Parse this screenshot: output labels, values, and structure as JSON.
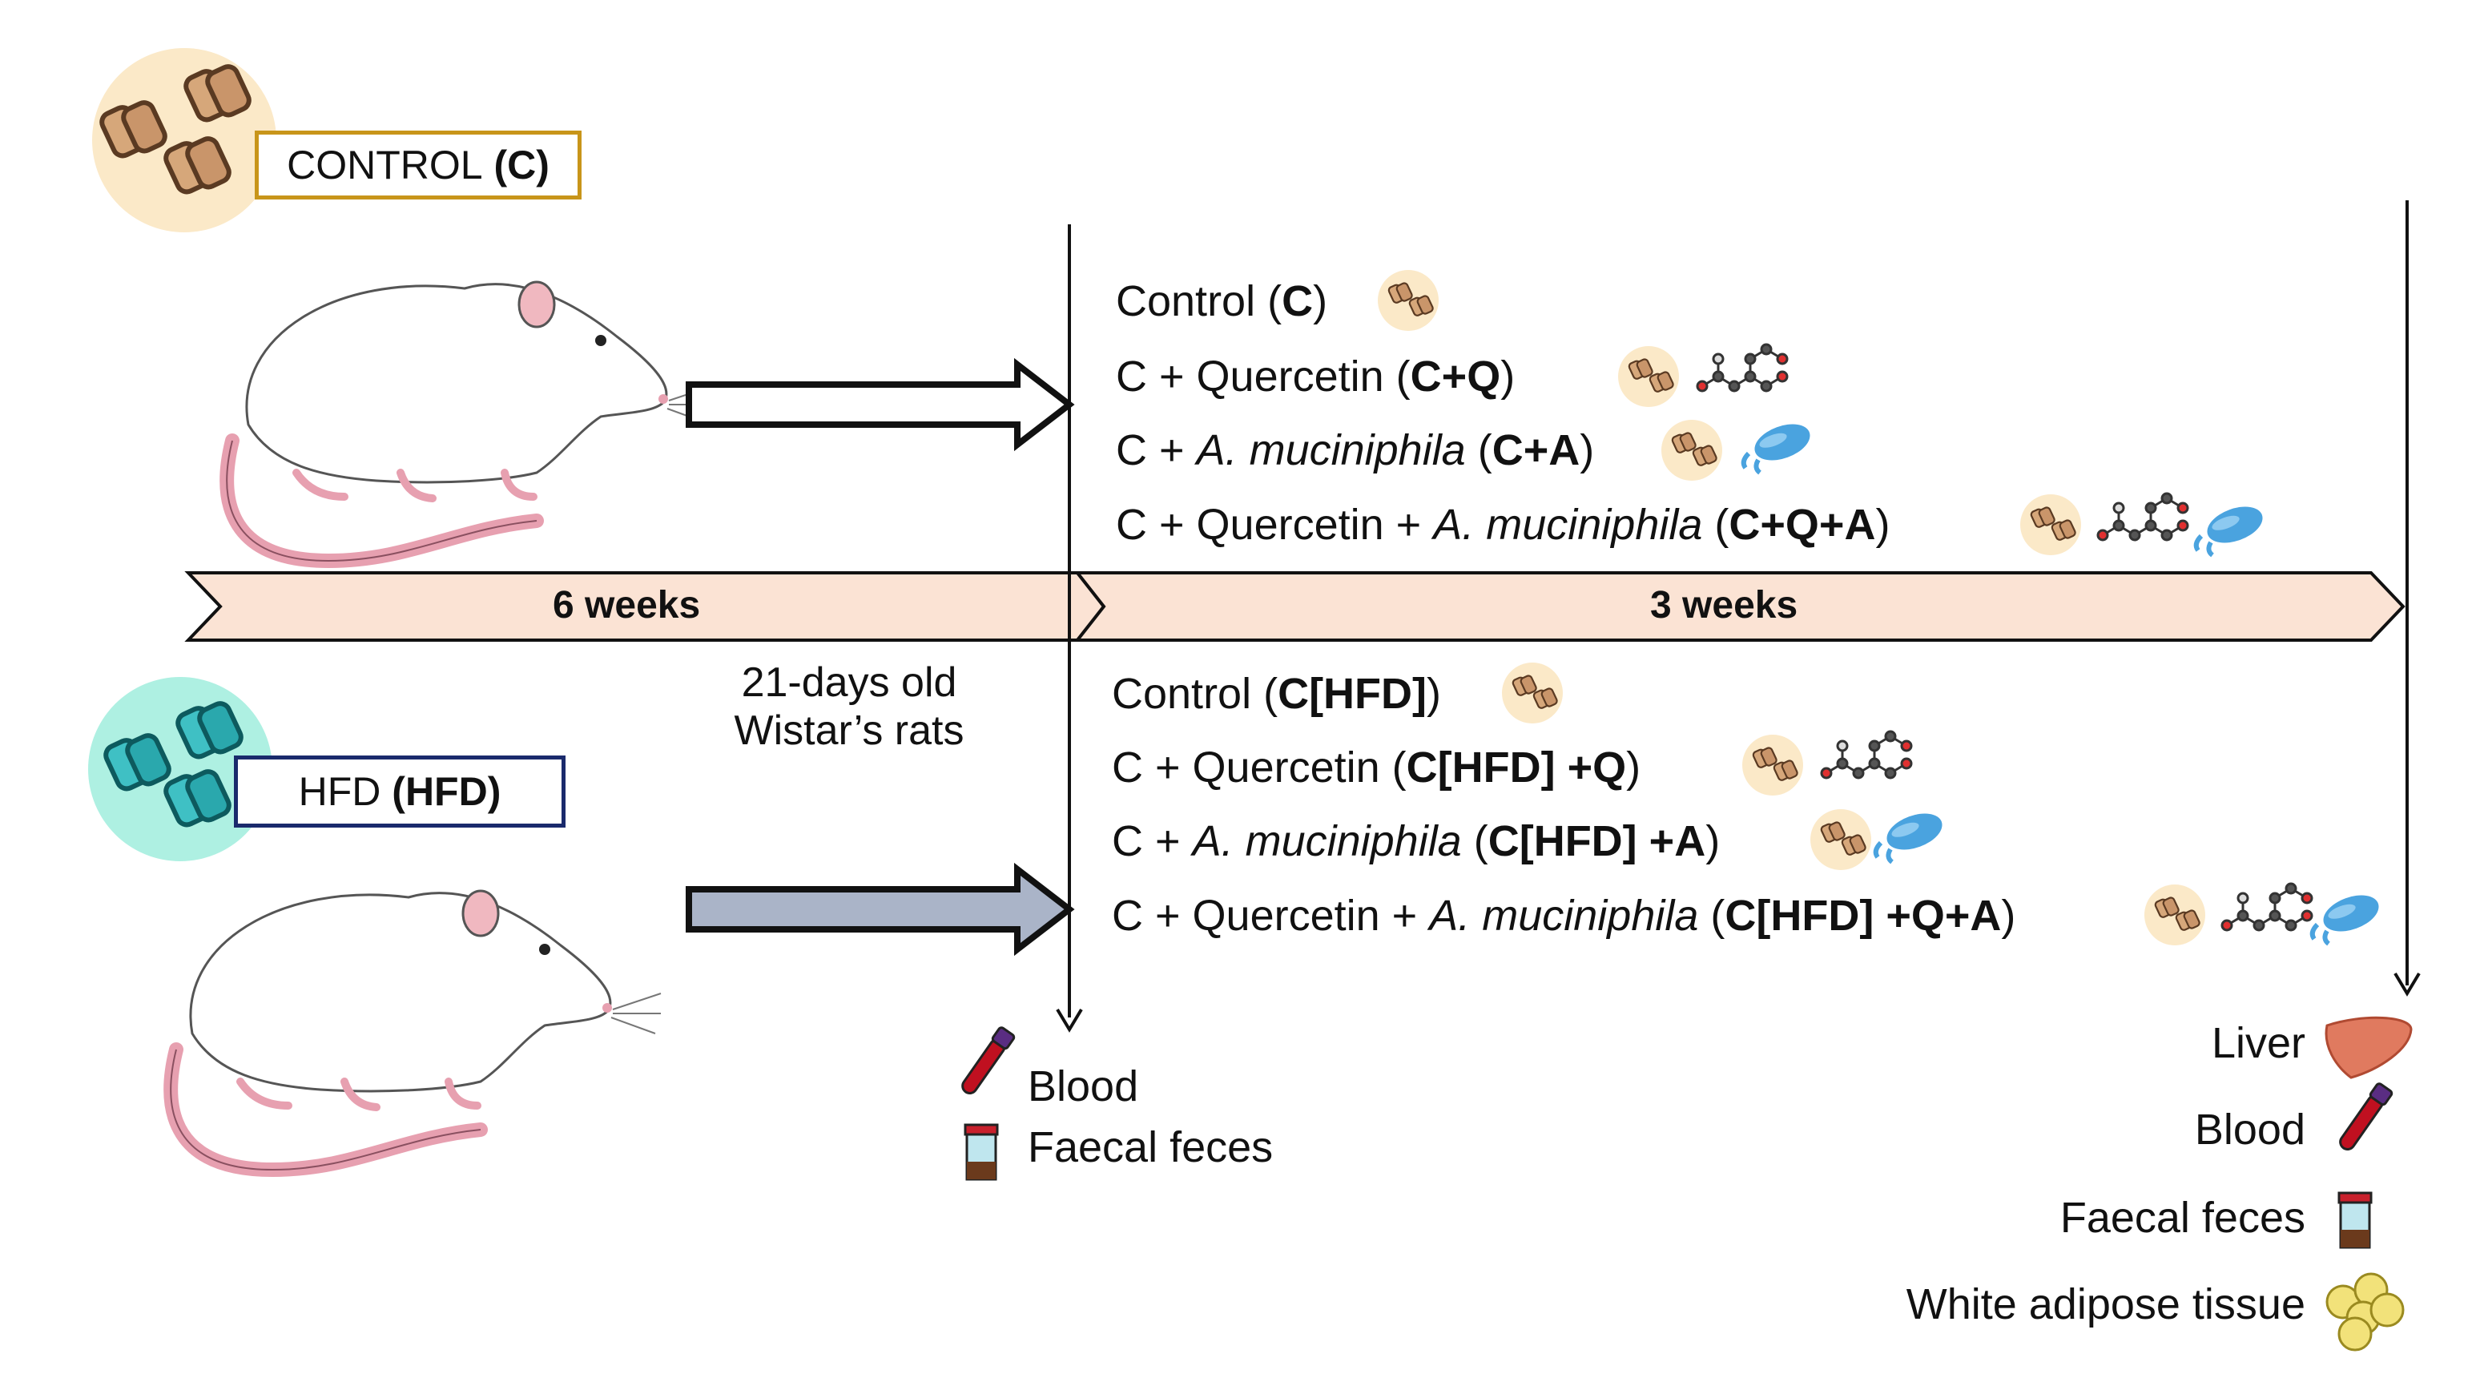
{
  "control_diet": {
    "name": "CONTROL",
    "abbr": "(C)",
    "color": "#c8951a",
    "bg": "#fbe9c8"
  },
  "hfd_diet": {
    "name": "HFD",
    "abbr": "(HFD)",
    "color": "#1a2a6c",
    "bg": "#aef0e2"
  },
  "timeline": {
    "phase1": "6 weeks",
    "phase2": "3 weeks",
    "fill": "#fbe3d4"
  },
  "rats_note": {
    "line1": "21-days old",
    "line2": "Wistar’s rats"
  },
  "control_groups": [
    {
      "prefix": "Control",
      "species": "",
      "code": "C"
    },
    {
      "prefix": "C + Quercetin",
      "species": "",
      "code": "C+Q"
    },
    {
      "prefix": "C +",
      "species": "A. muciniphila",
      "code": "C+A"
    },
    {
      "prefix": "C + Quercetin +",
      "species": "A. muciniphila",
      "code": "C+Q+A"
    }
  ],
  "hfd_groups": [
    {
      "prefix": "Control",
      "species": "",
      "code": "C[HFD]"
    },
    {
      "prefix": "C + Quercetin",
      "species": "",
      "code": "C[HFD] +Q"
    },
    {
      "prefix": "C +",
      "species": "A. muciniphila",
      "code": "C[HFD] +A"
    },
    {
      "prefix": "C + Quercetin +",
      "species": "A. muciniphila",
      "code": "C[HFD] +Q+A"
    }
  ],
  "samples_week6": [
    "Blood",
    "Faecal feces"
  ],
  "samples_final": [
    "Liver",
    "Blood",
    "Faecal feces",
    "White adipose tissue"
  ],
  "icons": [
    "pellet-icon",
    "quercetin-molecule-icon",
    "bacteria-icon",
    "rat-icon",
    "blood-tube-icon",
    "feces-container-icon",
    "liver-icon",
    "adipose-tissue-icon"
  ]
}
